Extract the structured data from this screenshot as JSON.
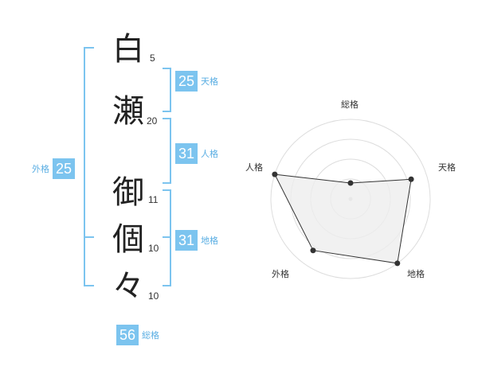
{
  "name": {
    "characters": [
      {
        "char": "白",
        "strokes": "5"
      },
      {
        "char": "瀬",
        "strokes": "20"
      },
      {
        "char": "御",
        "strokes": "11"
      },
      {
        "char": "個",
        "strokes": "10"
      },
      {
        "char": "々",
        "strokes": "10"
      }
    ]
  },
  "scores": {
    "tenkaku": {
      "value": "25",
      "label": "天格"
    },
    "jinkaku": {
      "value": "31",
      "label": "人格"
    },
    "chikaku": {
      "value": "31",
      "label": "地格"
    },
    "gaikaku": {
      "value": "25",
      "label": "外格"
    },
    "soukaku": {
      "value": "56",
      "label": "総格"
    }
  },
  "colors": {
    "accent": "#7cc4ef",
    "accent_text": "#5aaee3",
    "radar_fill": "#eeeeee",
    "radar_line": "#333333",
    "ring": "#dddddd"
  },
  "chart_data": {
    "type": "radar",
    "axes": [
      "総格",
      "天格",
      "地格",
      "外格",
      "人格"
    ],
    "values": [
      0.2,
      0.8,
      1.0,
      0.8,
      1.0
    ],
    "range": [
      0,
      1
    ],
    "rings": 4
  }
}
